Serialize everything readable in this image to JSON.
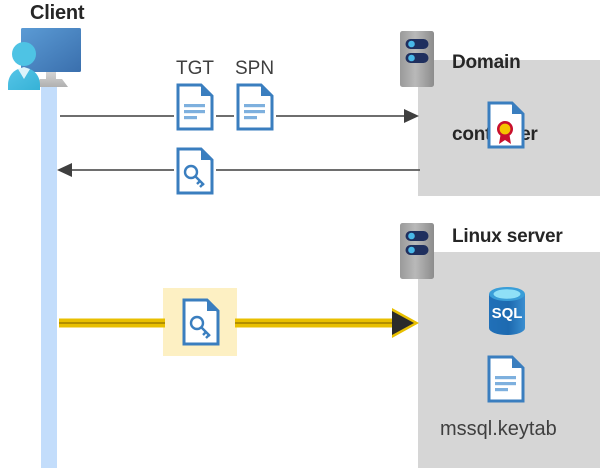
{
  "diagram": {
    "type": "sequence-flow",
    "background": "#ffffff",
    "colors": {
      "zone_gray": "#d6ced6",
      "lifeline_blue": "#c3ddfb",
      "highlight_yellow": "#fdf0c3",
      "arrow_gray": "#595959",
      "arrow_gold": "#e8bf00",
      "doc_blue": "#3a7ebf",
      "sql_blue": "#1f6cb0",
      "title_dark": "#262626"
    }
  },
  "actors": {
    "client": {
      "title": "Client",
      "icon": "user-workstation-icon",
      "lifeline": "client-lifeline"
    },
    "domain_controller": {
      "title": "Domain\ncontroller",
      "title_line1": "Domain",
      "title_line2": "controller",
      "icon": "server-rack-icon",
      "contents": [
        {
          "icon": "certificate-document-icon",
          "label": ""
        }
      ]
    },
    "linux_server": {
      "title": "Linux server",
      "icon": "server-rack-icon",
      "contents": [
        {
          "icon": "sql-database-icon",
          "label": "SQL"
        },
        {
          "icon": "keytab-document-icon",
          "label": "mssql.keytab"
        }
      ]
    }
  },
  "messages": [
    {
      "id": "request-tgt-spn",
      "direction": "client-to-domain-controller",
      "style": "solid-gray-arrow",
      "artifacts": [
        {
          "label": "TGT",
          "icon": "document-lines-icon"
        },
        {
          "label": "SPN",
          "icon": "document-lines-icon"
        }
      ]
    },
    {
      "id": "return-service-ticket",
      "direction": "domain-controller-to-client",
      "style": "solid-gray-arrow",
      "artifacts": [
        {
          "label": "",
          "icon": "document-key-icon"
        }
      ]
    },
    {
      "id": "authenticate-to-linux",
      "direction": "client-to-linux-server",
      "style": "thick-gold-arrow",
      "highlighted": true,
      "artifacts": [
        {
          "label": "",
          "icon": "document-key-icon"
        }
      ]
    }
  ],
  "labels": {
    "tgt": "TGT",
    "spn": "SPN",
    "sql": "SQL",
    "keytab_file": "mssql.keytab"
  }
}
